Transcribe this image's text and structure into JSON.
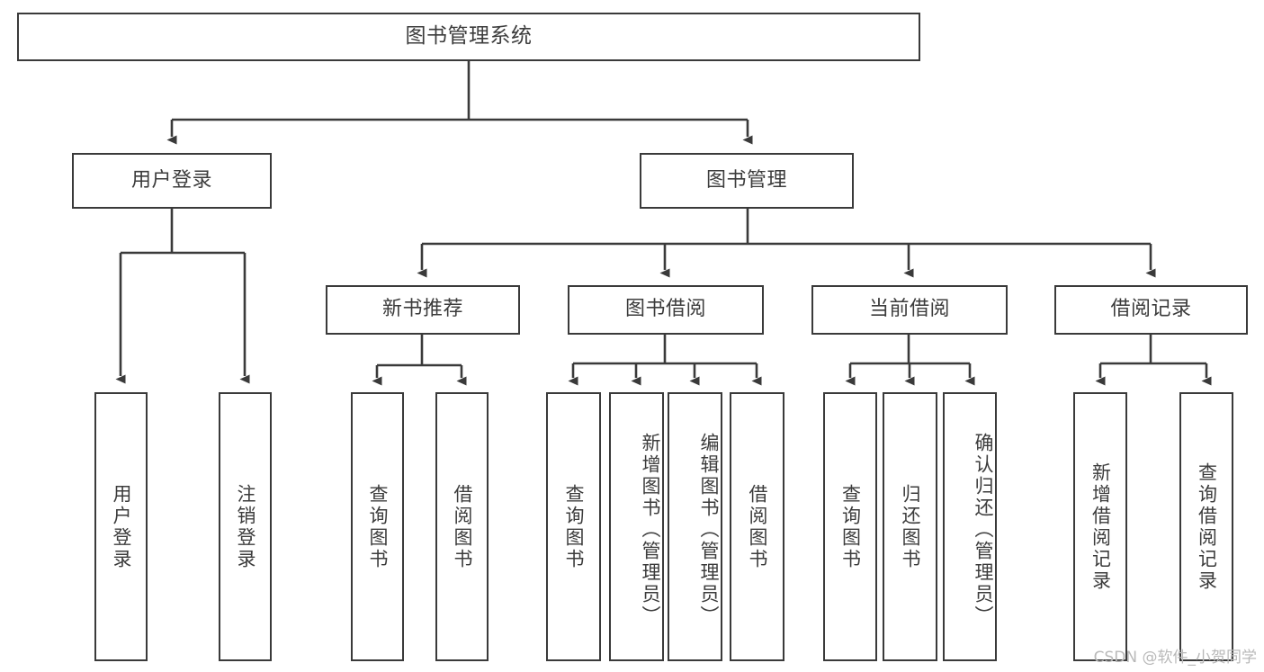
{
  "diagram": {
    "type": "tree",
    "title": "图书管理系统",
    "watermark": "CSDN @软件_小贺同学",
    "colors": {
      "node_border": "#3a3a3a",
      "node_fill": "#ffffff",
      "edge": "#3a3a3a",
      "text": "#3c3c3c",
      "background": "#ffffff",
      "watermark": "#b9b9b9"
    },
    "nodes": {
      "root": {
        "label": "图书管理系统"
      },
      "level2": [
        {
          "id": "user-login",
          "label": "用户登录"
        },
        {
          "id": "book-management",
          "label": "图书管理"
        }
      ],
      "level3": [
        {
          "id": "new-book-recommend",
          "label": "新书推荐"
        },
        {
          "id": "book-borrow",
          "label": "图书借阅"
        },
        {
          "id": "current-borrow",
          "label": "当前借阅"
        },
        {
          "id": "borrow-record",
          "label": "借阅记录"
        }
      ],
      "leaves": {
        "user-login": [
          {
            "id": "leaf-user-login",
            "label": "用户登录"
          },
          {
            "id": "leaf-logout-login",
            "label": "注销登录"
          }
        ],
        "new-book-recommend": [
          {
            "id": "leaf-query-book-1",
            "label": "查询图书"
          },
          {
            "id": "leaf-borrow-book-1",
            "label": "借阅图书"
          }
        ],
        "book-borrow": [
          {
            "id": "leaf-query-book-2",
            "label": "查询图书"
          },
          {
            "id": "leaf-add-book",
            "label": "新增图书（管理员）"
          },
          {
            "id": "leaf-edit-book",
            "label": "编辑图书（管理员）"
          },
          {
            "id": "leaf-borrow-book-2",
            "label": "借阅图书"
          }
        ],
        "current-borrow": [
          {
            "id": "leaf-query-book-3",
            "label": "查询图书"
          },
          {
            "id": "leaf-return-book",
            "label": "归还图书"
          },
          {
            "id": "leaf-confirm-return",
            "label": "确认归还（管理员）"
          }
        ],
        "borrow-record": [
          {
            "id": "leaf-add-record",
            "label": "新增借阅记录"
          },
          {
            "id": "leaf-query-record",
            "label": "查询借阅记录"
          }
        ]
      }
    }
  }
}
